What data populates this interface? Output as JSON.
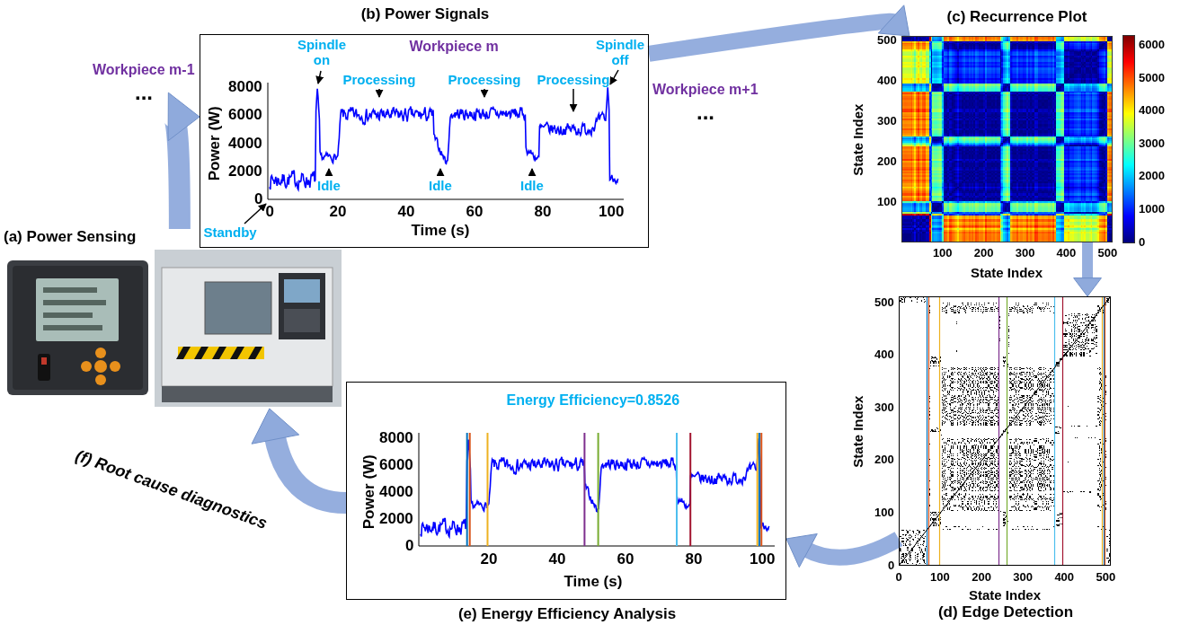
{
  "diagram": {
    "nodes": [
      {
        "text": [
          "(a) Power Sensing"
        ]
      },
      {
        "text": [
          "(b) Power Signals"
        ]
      },
      {
        "text": [
          "(c) Recurrence Plot"
        ]
      },
      {
        "text": [
          "(d) Edge Detection"
        ]
      },
      {
        "text": [
          "(e) Energy Efficiency Analysis"
        ]
      }
    ],
    "edges": [
      {
        "from": 0,
        "to": 1,
        "arrow": "to"
      },
      {
        "from": 1,
        "to": 2,
        "arrow": "to"
      },
      {
        "from": 2,
        "to": 3,
        "arrow": "to"
      },
      {
        "from": 3,
        "to": 4,
        "arrow": "to"
      },
      {
        "from": 4,
        "to": 0,
        "label": "(f) Root cause diagnostics",
        "arrow": "to"
      }
    ],
    "labels": [
      "Workpiece m-1",
      "...",
      "Workpiece m",
      "Workpiece m+1",
      "...",
      "Spindle on",
      "Processing",
      "Processing",
      "Processing",
      "Idle",
      "Idle",
      "Idle",
      "Standby",
      "Spindle off",
      "Power (W)",
      "Time (s)",
      "8000",
      "6000",
      "4000",
      "2000",
      "0",
      "0",
      "20",
      "40",
      "60",
      "80",
      "100",
      "State Index",
      "State Index",
      "100",
      "200",
      "300",
      "400",
      "500",
      "100",
      "200",
      "300",
      "400",
      "500",
      "6000",
      "5000",
      "4000",
      "3000",
      "2000",
      "1000",
      "0",
      "State Index",
      "State Index",
      "0",
      "100",
      "200",
      "300",
      "400",
      "500",
      "0",
      "100",
      "200",
      "300",
      "400",
      "500",
      "Energy Efficiency=0.8526",
      "Power (W)",
      "Time (s)",
      "8000",
      "6000",
      "4000",
      "2000",
      "0",
      "20",
      "40",
      "60",
      "80",
      "100"
    ]
  }
}
